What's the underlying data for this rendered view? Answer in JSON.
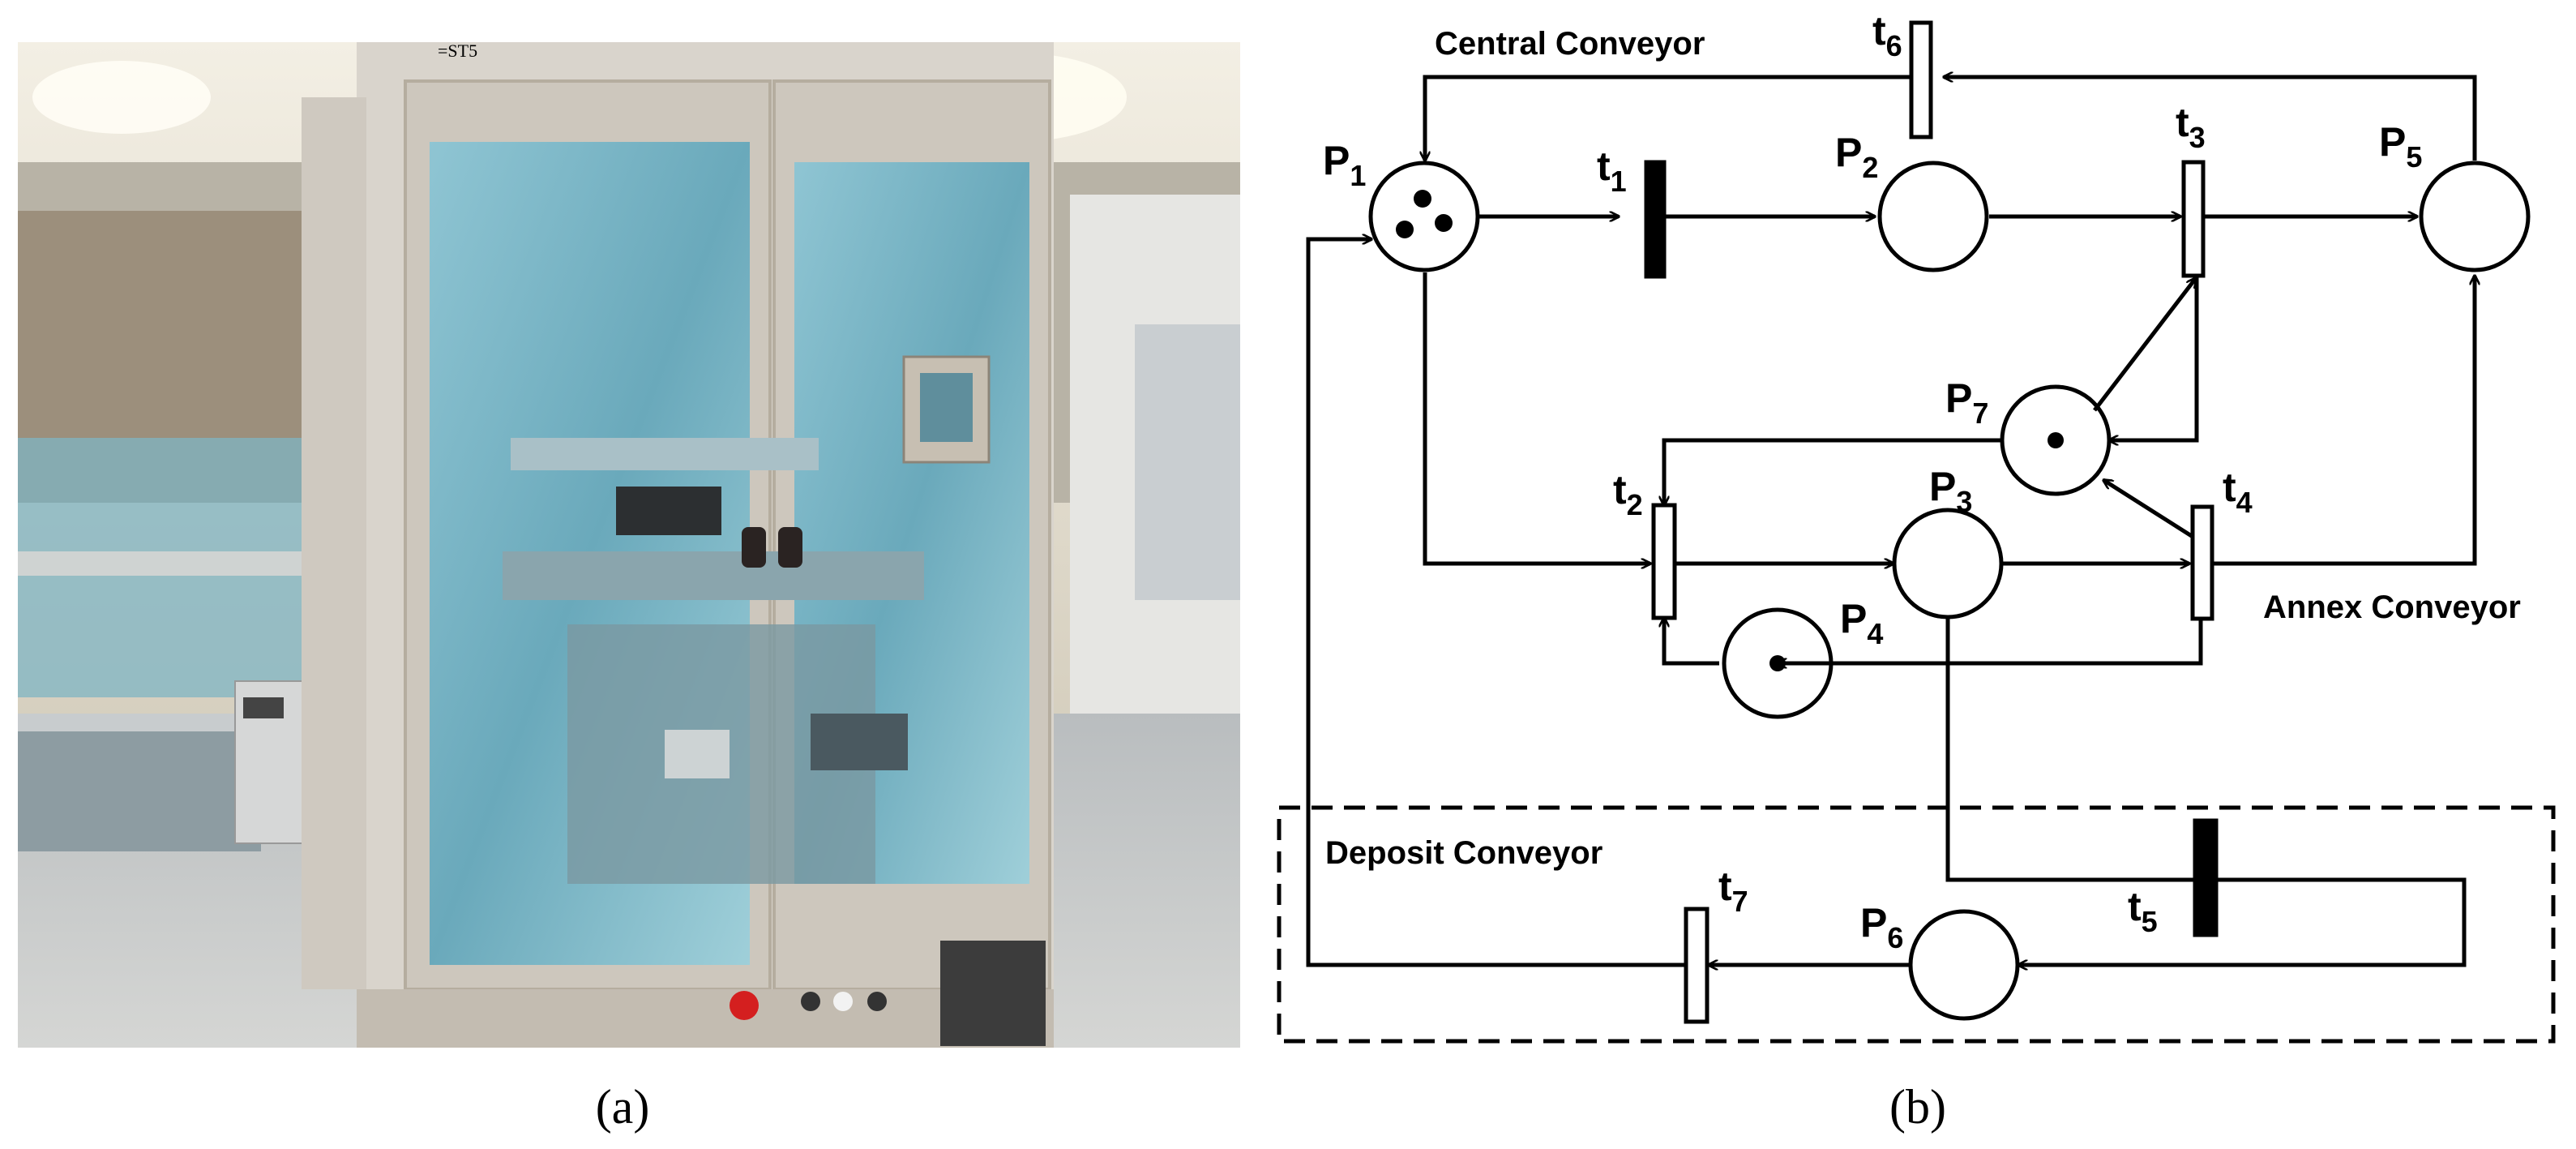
{
  "caption_a": "(a)",
  "caption_b": "(b)",
  "photo": {
    "cabinet_label": "=ST5"
  },
  "regions": {
    "central": "Central Conveyor",
    "annex": "Annex Conveyor",
    "deposit": "Deposit Conveyor"
  },
  "places": [
    {
      "id": "p1",
      "sym": "P",
      "sub": "1",
      "tokens": 3
    },
    {
      "id": "p2",
      "sym": "P",
      "sub": "2",
      "tokens": 0
    },
    {
      "id": "p3",
      "sym": "P",
      "sub": "3",
      "tokens": 0
    },
    {
      "id": "p4",
      "sym": "P",
      "sub": "4",
      "tokens": 1
    },
    {
      "id": "p5",
      "sym": "P",
      "sub": "5",
      "tokens": 0
    },
    {
      "id": "p6",
      "sym": "P",
      "sub": "6",
      "tokens": 0
    },
    {
      "id": "p7",
      "sym": "P",
      "sub": "7",
      "tokens": 1
    }
  ],
  "transitions": [
    {
      "id": "t1",
      "sym": "t",
      "sub": "1",
      "style": "filled"
    },
    {
      "id": "t2",
      "sym": "t",
      "sub": "2",
      "style": "hollow"
    },
    {
      "id": "t3",
      "sym": "t",
      "sub": "3",
      "style": "hollow"
    },
    {
      "id": "t4",
      "sym": "t",
      "sub": "4",
      "style": "hollow"
    },
    {
      "id": "t5",
      "sym": "t",
      "sub": "5",
      "style": "filled"
    },
    {
      "id": "t6",
      "sym": "t",
      "sub": "6",
      "style": "hollow"
    },
    {
      "id": "t7",
      "sym": "t",
      "sub": "7",
      "style": "hollow"
    }
  ]
}
